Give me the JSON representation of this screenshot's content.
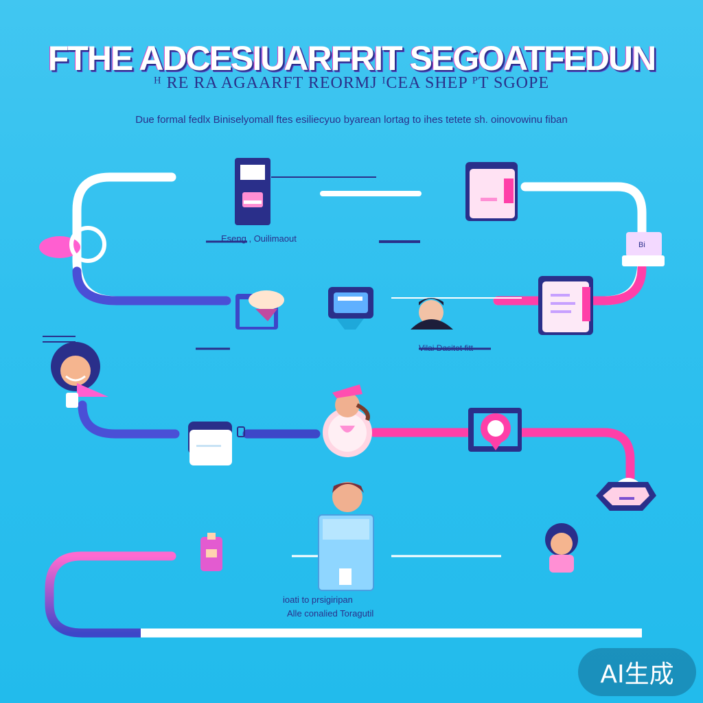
{
  "header": {
    "title": "FTHE ADCESIUARFRIT SEGOATFEDUN",
    "subtitle": "ᴴ RE RA AGAARFT REORMJ ᴵCEA SHEP ᴾT SGOPE",
    "tagline": "Due formal fedlx Biniselyomall ftes esiliecyuo byarean lortag to ihes tetete sh. oinovowinu fiban"
  },
  "labels": {
    "top_left": "Eseng , Ouilimaout",
    "mid_right": "Vilai Dasitet fitt",
    "bottom_line1": "ioati to prsigiripan",
    "bottom_line2": "Alle conalied Toragutil",
    "icon_text": "Bi"
  },
  "watermark": {
    "text": "AI生成"
  },
  "colors": {
    "background": "#2fc0ef",
    "path_white": "#ffffff",
    "path_blue": "#4a4fd6",
    "path_pink": "#ff3fa8",
    "text_dark": "#2a2f8a"
  }
}
